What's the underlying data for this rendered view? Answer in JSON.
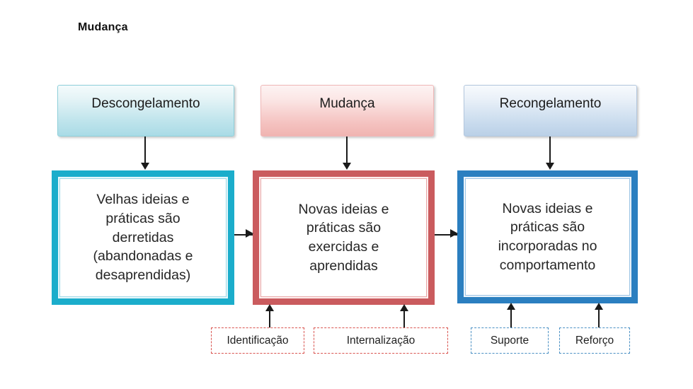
{
  "title": "Mudança",
  "phases": [
    {
      "id": "descongelamento",
      "label": "Descongelamento"
    },
    {
      "id": "mudanca",
      "label": "Mudança"
    },
    {
      "id": "recongelamento",
      "label": "Recongelamento"
    }
  ],
  "stages": [
    {
      "id": "descongelamento",
      "text": "Velhas ideias e\npráticas são\nderretidas\n(abandonadas e\ndesaprendidas)"
    },
    {
      "id": "mudanca",
      "text": "Novas ideias e\npráticas são\nexercidas e\naprendidas"
    },
    {
      "id": "recongelamento",
      "text": "Novas ideias e\npráticas são\nincorporadas no\ncomportamento"
    }
  ],
  "drivers": [
    {
      "id": "identificacao",
      "label": "Identificação"
    },
    {
      "id": "internalizacao",
      "label": "Internalização"
    },
    {
      "id": "suporte",
      "label": "Suporte"
    },
    {
      "id": "reforco",
      "label": "Reforço"
    }
  ],
  "colors": {
    "teal_border": "#1badcb",
    "red_border": "#ca5b5e",
    "blue_border": "#2b7fc0",
    "driver_red": "#d9534f",
    "driver_blue": "#4a90c4",
    "connector": "#1a1a1a",
    "text": "#262626",
    "background": "#ffffff"
  }
}
